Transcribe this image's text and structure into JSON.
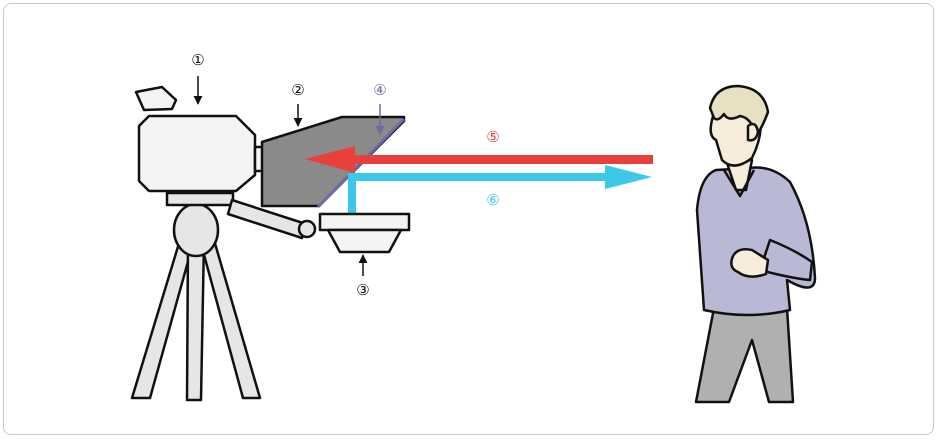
{
  "callouts": [
    {
      "id": "1",
      "symbol": "①",
      "color": "#111111"
    },
    {
      "id": "2",
      "symbol": "②",
      "color": "#111111"
    },
    {
      "id": "3",
      "symbol": "③",
      "color": "#111111"
    },
    {
      "id": "4",
      "symbol": "④",
      "color": "#6b6ba8"
    },
    {
      "id": "5",
      "symbol": "⑤",
      "color": "#e8403c"
    },
    {
      "id": "6",
      "symbol": "⑥",
      "color": "#3cc8e8"
    }
  ],
  "colors": {
    "outline": "#111111",
    "camera_body": "#f4f4f4",
    "tripod": "#e6e6e6",
    "hood": "#8a8a8a",
    "glass": "#6b6ba8",
    "red_arrow": "#e8403c",
    "cyan_arrow": "#3cc8e8",
    "shirt": "#b9b9d6",
    "pants": "#b0b0b0",
    "skin": "#f7ecd9",
    "hair": "#e9dfc3"
  }
}
